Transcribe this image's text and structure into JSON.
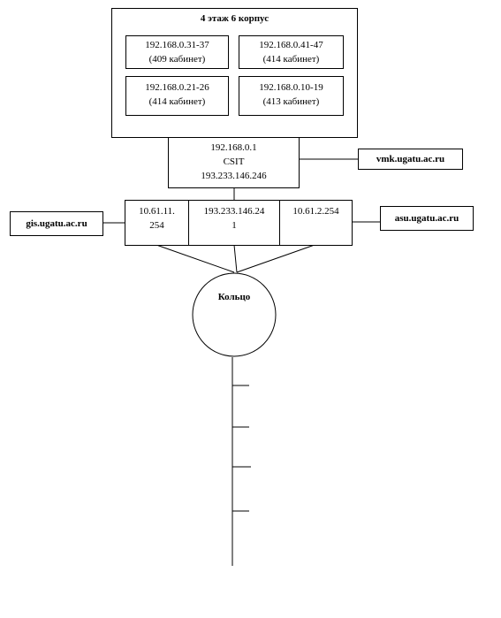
{
  "building": {
    "title": "4 этаж 6 корпус",
    "subnets": [
      {
        "range": "192.168.0.31-37",
        "room": "(409 кабинет)"
      },
      {
        "range": "192.168.0.41-47",
        "room": "(414 кабинет)"
      },
      {
        "range": "192.168.0.21-26",
        "room": "(414 кабинет)"
      },
      {
        "range": "192.168.0.10-19",
        "room": "(413 кабинет)"
      }
    ]
  },
  "gateway": {
    "ip": "192.168.0.1",
    "name": "CSIT",
    "ext_ip": "193.233.146.246"
  },
  "router": {
    "left": {
      "line1": "10.61.11.",
      "line2": "254"
    },
    "middle": {
      "line1": "193.233.146.24",
      "line2": "1"
    },
    "right": {
      "line1": "10.61.2.254"
    }
  },
  "hosts": {
    "vmk": "vmk.ugatu.ac.ru",
    "gis": "gis.ugatu.ac.ru",
    "asu": "asu.ugatu.ac.ru"
  },
  "ring": {
    "label": "Кольцо"
  }
}
